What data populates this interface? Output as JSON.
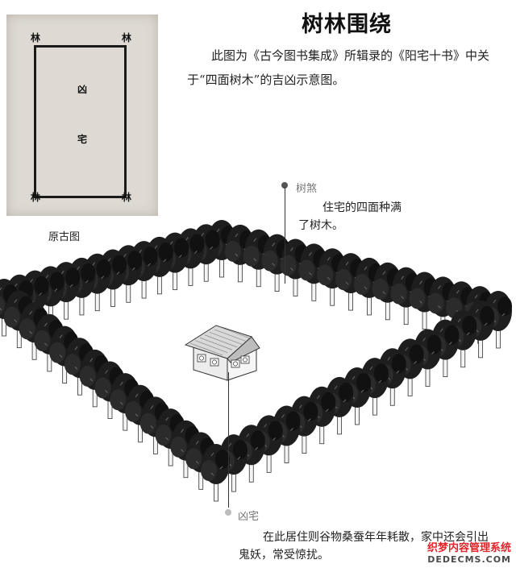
{
  "title": "树林围绕",
  "description": "此图为《古今图书集成》所辑录的《阳宅十书》中关于“四面树木”的吉凶示意图。",
  "plan": {
    "corner_char": "林",
    "center_chars": [
      "凶",
      "宅"
    ],
    "caption": "原古图"
  },
  "labels": {
    "shusha": {
      "title": "树煞",
      "text": "住宅的四面种满了树木。"
    },
    "xiongzhai": {
      "title": "凶宅",
      "text": "在此居住则谷物桑蚕年年耗散，家中还会引出鬼妖，常受惊扰。"
    }
  },
  "watermark": {
    "line1": "织梦内容管理系统",
    "line2": "DEDECMS.COM"
  },
  "colors": {
    "tree_canopy": "#1e1e1e",
    "trunk": "#f4f4f4",
    "house_roof": "#d9d9d9",
    "house_wall": "#ececec",
    "watermark_red": "#e0252b"
  }
}
